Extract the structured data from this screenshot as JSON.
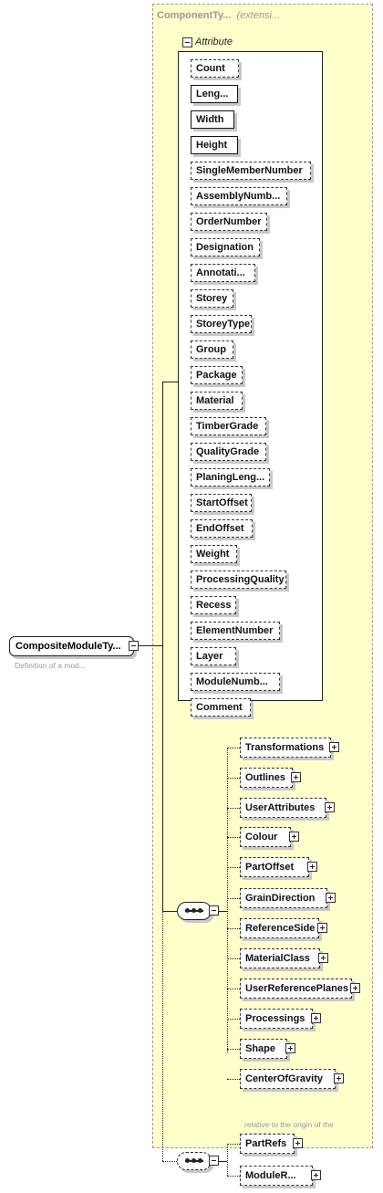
{
  "root": {
    "label": "CompositeModuleTy...",
    "description": "Definition of a mod..."
  },
  "extension": {
    "title": "ComponentTy...",
    "kind": "(extensi..."
  },
  "attribute_group": {
    "title": "Attribute",
    "items": [
      {
        "label": "Count",
        "required": false
      },
      {
        "label": "Leng...",
        "required": true
      },
      {
        "label": "Width",
        "required": true
      },
      {
        "label": "Height",
        "required": true
      },
      {
        "label": "SingleMemberNumber",
        "required": false
      },
      {
        "label": "AssemblyNumb...",
        "required": false
      },
      {
        "label": "OrderNumber",
        "required": false
      },
      {
        "label": "Designation",
        "required": false
      },
      {
        "label": "Annotati...",
        "required": false
      },
      {
        "label": "Storey",
        "required": false
      },
      {
        "label": "StoreyType",
        "required": false
      },
      {
        "label": "Group",
        "required": false
      },
      {
        "label": "Package",
        "required": false
      },
      {
        "label": "Material",
        "required": false
      },
      {
        "label": "TimberGrade",
        "required": false
      },
      {
        "label": "QualityGrade",
        "required": false
      },
      {
        "label": "PlaningLeng...",
        "required": false
      },
      {
        "label": "StartOffset",
        "required": false
      },
      {
        "label": "EndOffset",
        "required": false
      },
      {
        "label": "Weight",
        "required": false
      },
      {
        "label": "ProcessingQuality",
        "required": false
      },
      {
        "label": "Recess",
        "required": false
      },
      {
        "label": "ElementNumber",
        "required": false
      },
      {
        "label": "Layer",
        "required": false
      },
      {
        "label": "ModuleNumb...",
        "required": false
      },
      {
        "label": "Comment",
        "required": false
      }
    ]
  },
  "sequence_elements": [
    {
      "label": "Transformations"
    },
    {
      "label": "Outlines"
    },
    {
      "label": "UserAttributes"
    },
    {
      "label": "Colour"
    },
    {
      "label": "PartOffset"
    },
    {
      "label": "GrainDirection"
    },
    {
      "label": "ReferenceSide"
    },
    {
      "label": "MaterialClass"
    },
    {
      "label": "UserReferencePlanes"
    },
    {
      "label": "Processings"
    },
    {
      "label": "Shape"
    },
    {
      "label": "CenterOfGravity",
      "note": "relative to the origin of the component"
    }
  ],
  "outer_sequence_elements": [
    {
      "label": "PartRefs"
    },
    {
      "label": "ModuleR..."
    }
  ]
}
